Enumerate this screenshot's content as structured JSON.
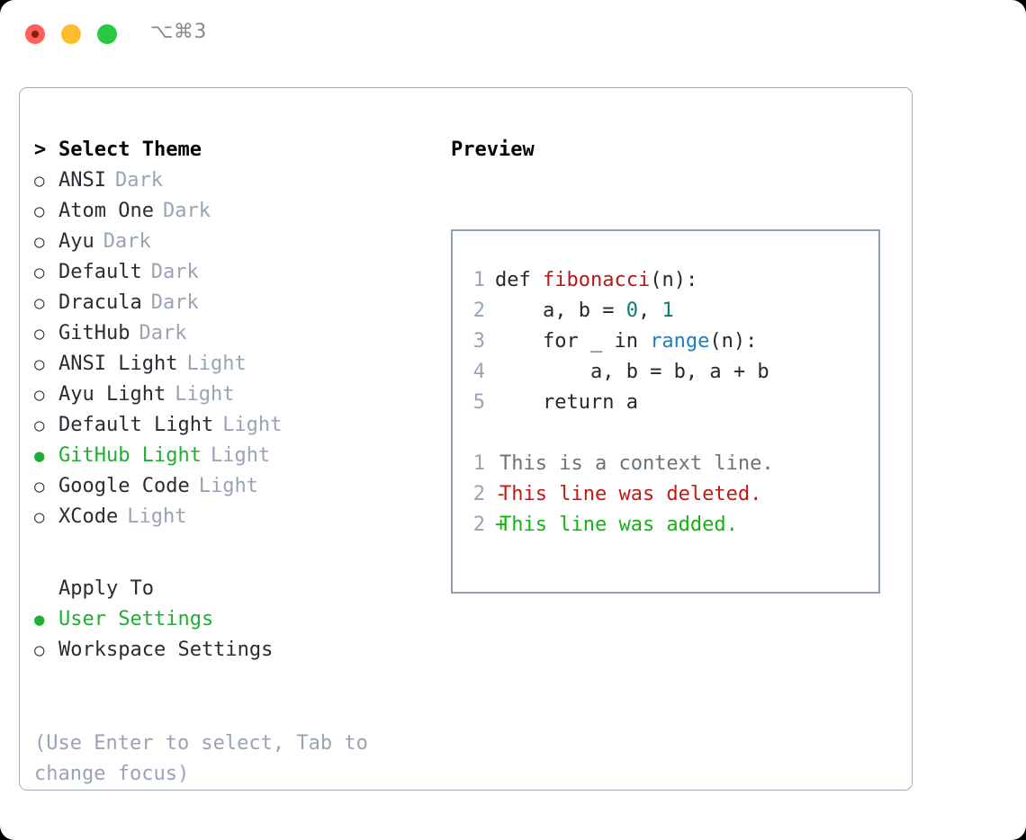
{
  "titlebar": {
    "shortcut": "⌥⌘3",
    "lights": [
      "close",
      "minimize",
      "zoom"
    ]
  },
  "theme_list": {
    "header_marker": ">",
    "header_label": "Select Theme",
    "items": [
      {
        "marker": "○",
        "name": "ANSI",
        "tag": "Dark",
        "selected": false
      },
      {
        "marker": "○",
        "name": "Atom One",
        "tag": "Dark",
        "selected": false
      },
      {
        "marker": "○",
        "name": "Ayu",
        "tag": "Dark",
        "selected": false
      },
      {
        "marker": "○",
        "name": "Default",
        "tag": "Dark",
        "selected": false
      },
      {
        "marker": "○",
        "name": "Dracula",
        "tag": "Dark",
        "selected": false
      },
      {
        "marker": "○",
        "name": "GitHub",
        "tag": "Dark",
        "selected": false
      },
      {
        "marker": "○",
        "name": "ANSI Light",
        "tag": "Light",
        "selected": false
      },
      {
        "marker": "○",
        "name": "Ayu Light",
        "tag": "Light",
        "selected": false
      },
      {
        "marker": "○",
        "name": "Default Light",
        "tag": "Light",
        "selected": false
      },
      {
        "marker": "●",
        "name": "GitHub Light",
        "tag": "Light",
        "selected": true
      },
      {
        "marker": "○",
        "name": "Google Code",
        "tag": "Light",
        "selected": false
      },
      {
        "marker": "○",
        "name": "XCode",
        "tag": "Light",
        "selected": false
      }
    ]
  },
  "apply_to": {
    "header_label": "Apply To",
    "options": [
      {
        "marker": "●",
        "name": "User Settings",
        "selected": true
      },
      {
        "marker": "○",
        "name": "Workspace Settings",
        "selected": false
      }
    ]
  },
  "hint": "(Use Enter to select, Tab to change focus)",
  "preview": {
    "title": "Preview",
    "code_lines": [
      {
        "number": "1",
        "tokens": [
          {
            "text": "def ",
            "kind": "def"
          },
          {
            "text": "fibonacci",
            "kind": "fn"
          },
          {
            "text": "(n):",
            "kind": "punct"
          }
        ]
      },
      {
        "number": "2",
        "tokens": [
          {
            "text": "    a, b = ",
            "kind": "def"
          },
          {
            "text": "0",
            "kind": "num"
          },
          {
            "text": ", ",
            "kind": "punct"
          },
          {
            "text": "1",
            "kind": "num"
          }
        ]
      },
      {
        "number": "3",
        "tokens": [
          {
            "text": "    for _ in ",
            "kind": "def"
          },
          {
            "text": "range",
            "kind": "call"
          },
          {
            "text": "(n):",
            "kind": "punct"
          }
        ]
      },
      {
        "number": "4",
        "tokens": [
          {
            "text": "        a, b = b, a + b",
            "kind": "def"
          }
        ]
      },
      {
        "number": "5",
        "tokens": [
          {
            "text": "    return a",
            "kind": "def"
          }
        ]
      }
    ],
    "diff_lines": [
      {
        "number": "1",
        "mark": " ",
        "text": "This is a context line.",
        "kind": "ctx"
      },
      {
        "number": "2",
        "mark": "-",
        "text": "This line was deleted.",
        "kind": "del"
      },
      {
        "number": "2",
        "mark": "+",
        "text": "This line was added.",
        "kind": "add"
      }
    ]
  },
  "colors": {
    "selected_green": "#1fae34",
    "tag_gray": "#9aa3b4",
    "border": "#a7b0bf",
    "preview_border": "#93a0b2",
    "diff_add": "#13b313",
    "diff_del": "#c21a13",
    "diff_ctx": "#6a737d",
    "fn_red": "#b11a1a",
    "num_teal": "#0d7a72",
    "call_blue": "#1a7fc1"
  }
}
